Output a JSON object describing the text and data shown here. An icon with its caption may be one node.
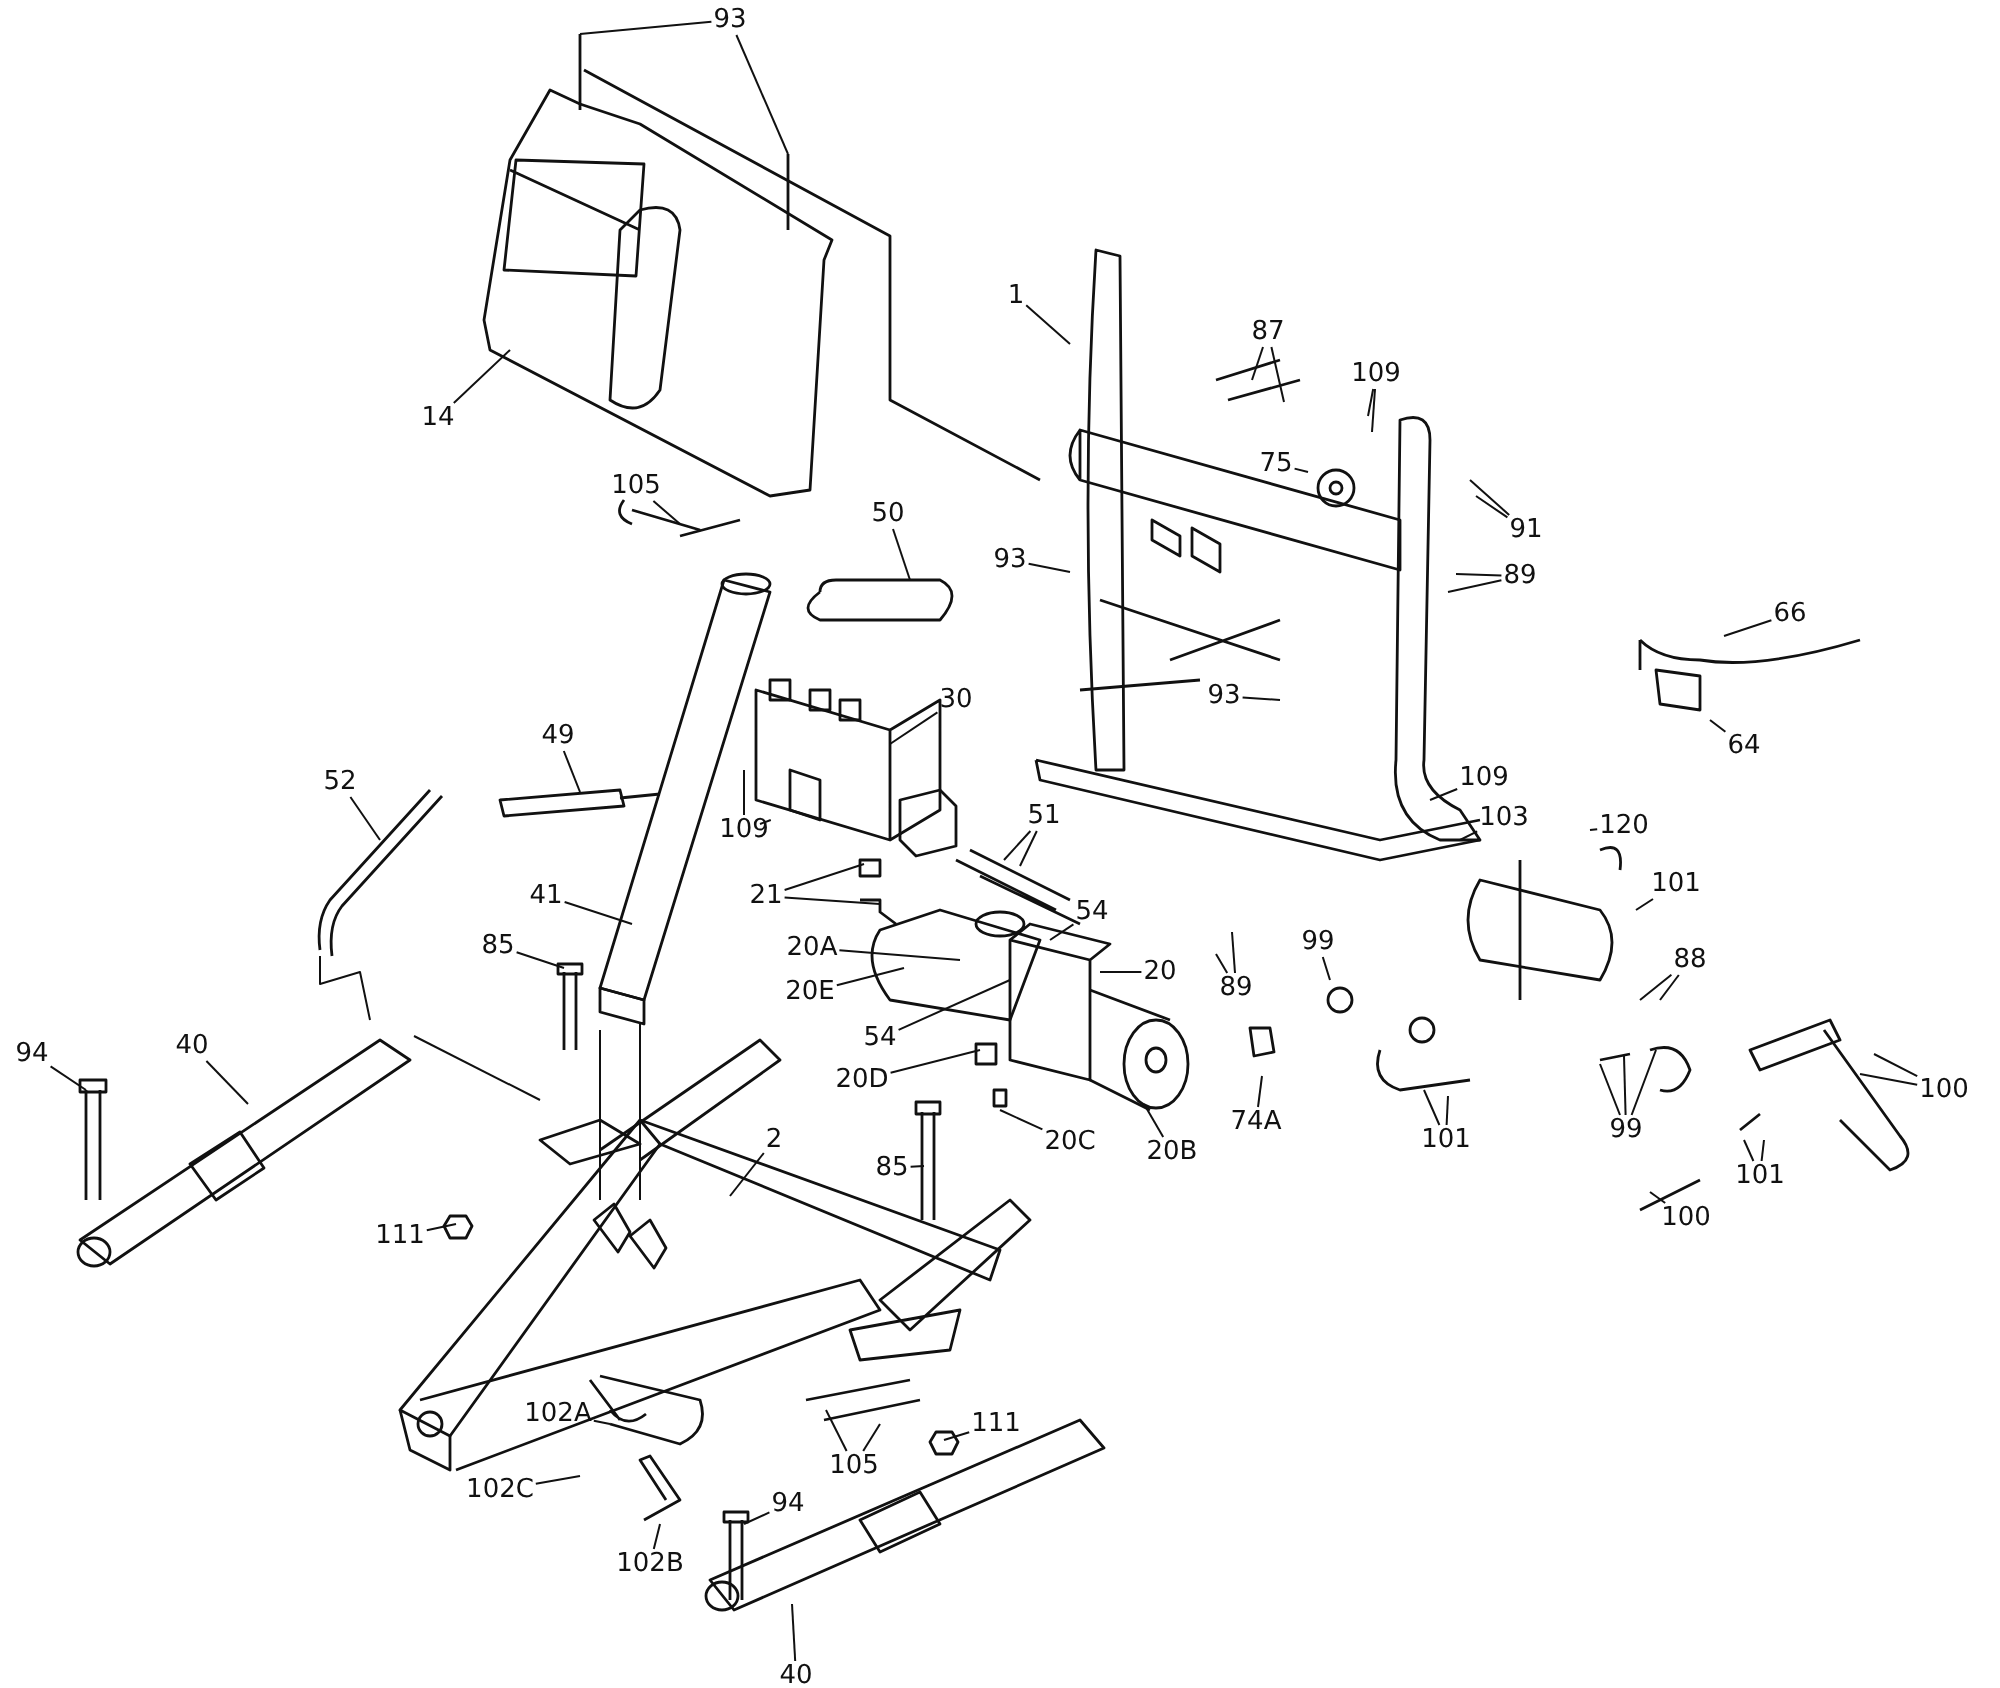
{
  "diagram": {
    "nodes": [
      {
        "text": [
          "93"
        ]
      },
      {
        "text": [
          "14"
        ]
      },
      {
        "text": [
          "1"
        ]
      },
      {
        "text": [
          "87"
        ]
      },
      {
        "text": [
          "109"
        ]
      },
      {
        "text": [
          "75"
        ]
      },
      {
        "text": [
          "91"
        ]
      },
      {
        "text": [
          "105"
        ]
      },
      {
        "text": [
          "50"
        ]
      },
      {
        "text": [
          "93"
        ]
      },
      {
        "text": [
          "89"
        ]
      },
      {
        "text": [
          "66"
        ]
      },
      {
        "text": [
          "30"
        ]
      },
      {
        "text": [
          "93"
        ]
      },
      {
        "text": [
          "64"
        ]
      },
      {
        "text": [
          "49"
        ]
      },
      {
        "text": [
          "52"
        ]
      },
      {
        "text": [
          "109"
        ]
      },
      {
        "text": [
          "109"
        ]
      },
      {
        "text": [
          "51"
        ]
      },
      {
        "text": [
          "103"
        ]
      },
      {
        "text": [
          "120"
        ]
      },
      {
        "text": [
          "21"
        ]
      },
      {
        "text": [
          "101"
        ]
      },
      {
        "text": [
          "20A"
        ]
      },
      {
        "text": [
          "54"
        ]
      },
      {
        "text": [
          "41"
        ]
      },
      {
        "text": [
          "85"
        ]
      },
      {
        "text": [
          "20E"
        ]
      },
      {
        "text": [
          "20"
        ]
      },
      {
        "text": [
          "99"
        ]
      },
      {
        "text": [
          "88"
        ]
      },
      {
        "text": [
          "54"
        ]
      },
      {
        "text": [
          "89"
        ]
      },
      {
        "text": [
          "20D"
        ]
      },
      {
        "text": [
          "101"
        ]
      },
      {
        "text": [
          "99"
        ]
      },
      {
        "text": [
          "100"
        ]
      },
      {
        "text": [
          "101"
        ]
      },
      {
        "text": [
          "74A"
        ]
      },
      {
        "text": [
          "20C"
        ]
      },
      {
        "text": [
          "20B"
        ]
      },
      {
        "text": [
          "94"
        ]
      },
      {
        "text": [
          "40"
        ]
      },
      {
        "text": [
          "85"
        ]
      },
      {
        "text": [
          "2"
        ]
      },
      {
        "text": [
          "111"
        ]
      },
      {
        "text": [
          "100"
        ]
      },
      {
        "text": [
          "102A"
        ]
      },
      {
        "text": [
          "111"
        ]
      },
      {
        "text": [
          "105"
        ]
      },
      {
        "text": [
          "102C"
        ]
      },
      {
        "text": [
          "94"
        ]
      },
      {
        "text": [
          "102B"
        ]
      },
      {
        "text": [
          "40"
        ]
      }
    ],
    "edges": [
      {
        "from": 0,
        "to": null,
        "arrow": "none"
      },
      {
        "from": 0,
        "to": null,
        "arrow": "none"
      },
      {
        "from": 1,
        "to": null,
        "arrow": "none"
      },
      {
        "from": 2,
        "to": null,
        "arrow": "none"
      },
      {
        "from": 3,
        "to": null,
        "arrow": "none"
      },
      {
        "from": 3,
        "to": null,
        "arrow": "none"
      },
      {
        "from": 4,
        "to": null,
        "arrow": "none"
      },
      {
        "from": 4,
        "to": null,
        "arrow": "none"
      },
      {
        "from": 5,
        "to": null,
        "arrow": "none"
      },
      {
        "from": 6,
        "to": null,
        "arrow": "none"
      },
      {
        "from": 6,
        "to": null,
        "arrow": "none"
      },
      {
        "from": 7,
        "to": null,
        "arrow": "none"
      },
      {
        "from": 8,
        "to": null,
        "arrow": "none"
      },
      {
        "from": 9,
        "to": null,
        "arrow": "none"
      },
      {
        "from": 10,
        "to": null,
        "arrow": "none"
      },
      {
        "from": 10,
        "to": null,
        "arrow": "none"
      },
      {
        "from": 11,
        "to": null,
        "arrow": "none"
      },
      {
        "from": 12,
        "to": null,
        "arrow": "none"
      },
      {
        "from": 13,
        "to": null,
        "arrow": "none"
      },
      {
        "from": 14,
        "to": null,
        "arrow": "none"
      },
      {
        "from": 15,
        "to": null,
        "arrow": "none"
      },
      {
        "from": 16,
        "to": null,
        "arrow": "none"
      },
      {
        "from": 17,
        "to": null,
        "arrow": "none"
      },
      {
        "from": 17,
        "to": null,
        "arrow": "none"
      },
      {
        "from": 18,
        "to": null,
        "arrow": "none"
      },
      {
        "from": 19,
        "to": null,
        "arrow": "none"
      },
      {
        "from": 19,
        "to": null,
        "arrow": "none"
      },
      {
        "from": 20,
        "to": null,
        "arrow": "none"
      },
      {
        "from": 21,
        "to": null,
        "arrow": "none"
      },
      {
        "from": 22,
        "to": null,
        "arrow": "none"
      },
      {
        "from": 22,
        "to": null,
        "arrow": "none"
      },
      {
        "from": 23,
        "to": null,
        "arrow": "none"
      },
      {
        "from": 24,
        "to": null,
        "arrow": "none"
      },
      {
        "from": 25,
        "to": null,
        "arrow": "none"
      },
      {
        "from": 26,
        "to": null,
        "arrow": "none"
      },
      {
        "from": 27,
        "to": null,
        "arrow": "none"
      },
      {
        "from": 28,
        "to": null,
        "arrow": "none"
      },
      {
        "from": 29,
        "to": null,
        "arrow": "none"
      },
      {
        "from": 30,
        "to": null,
        "arrow": "none"
      },
      {
        "from": 31,
        "to": null,
        "arrow": "none"
      },
      {
        "from": 31,
        "to": null,
        "arrow": "none"
      },
      {
        "from": 32,
        "to": null,
        "arrow": "none"
      },
      {
        "from": 33,
        "to": null,
        "arrow": "none"
      },
      {
        "from": 33,
        "to": null,
        "arrow": "none"
      },
      {
        "from": 34,
        "to": null,
        "arrow": "none"
      },
      {
        "from": 35,
        "to": null,
        "arrow": "none"
      },
      {
        "from": 35,
        "to": null,
        "arrow": "none"
      },
      {
        "from": 36,
        "to": null,
        "arrow": "none"
      },
      {
        "from": 36,
        "to": null,
        "arrow": "none"
      },
      {
        "from": 36,
        "to": null,
        "arrow": "none"
      },
      {
        "from": 37,
        "to": null,
        "arrow": "none"
      },
      {
        "from": 37,
        "to": null,
        "arrow": "none"
      },
      {
        "from": 38,
        "to": null,
        "arrow": "none"
      },
      {
        "from": 38,
        "to": null,
        "arrow": "none"
      },
      {
        "from": 39,
        "to": null,
        "arrow": "none"
      },
      {
        "from": 40,
        "to": null,
        "arrow": "none"
      },
      {
        "from": 41,
        "to": null,
        "arrow": "none"
      },
      {
        "from": 42,
        "to": null,
        "arrow": "none"
      },
      {
        "from": 43,
        "to": null,
        "arrow": "none"
      },
      {
        "from": 44,
        "to": null,
        "arrow": "none"
      },
      {
        "from": 45,
        "to": null,
        "arrow": "none"
      },
      {
        "from": 46,
        "to": null,
        "arrow": "none"
      },
      {
        "from": 47,
        "to": null,
        "arrow": "none"
      },
      {
        "from": 48,
        "to": null,
        "arrow": "none"
      },
      {
        "from": 49,
        "to": null,
        "arrow": "none"
      },
      {
        "from": 50,
        "to": null,
        "arrow": "none"
      },
      {
        "from": 50,
        "to": null,
        "arrow": "none"
      },
      {
        "from": 51,
        "to": null,
        "arrow": "none"
      },
      {
        "from": 52,
        "to": null,
        "arrow": "none"
      },
      {
        "from": 53,
        "to": null,
        "arrow": "none"
      },
      {
        "from": 54,
        "to": null,
        "arrow": "none"
      }
    ]
  }
}
